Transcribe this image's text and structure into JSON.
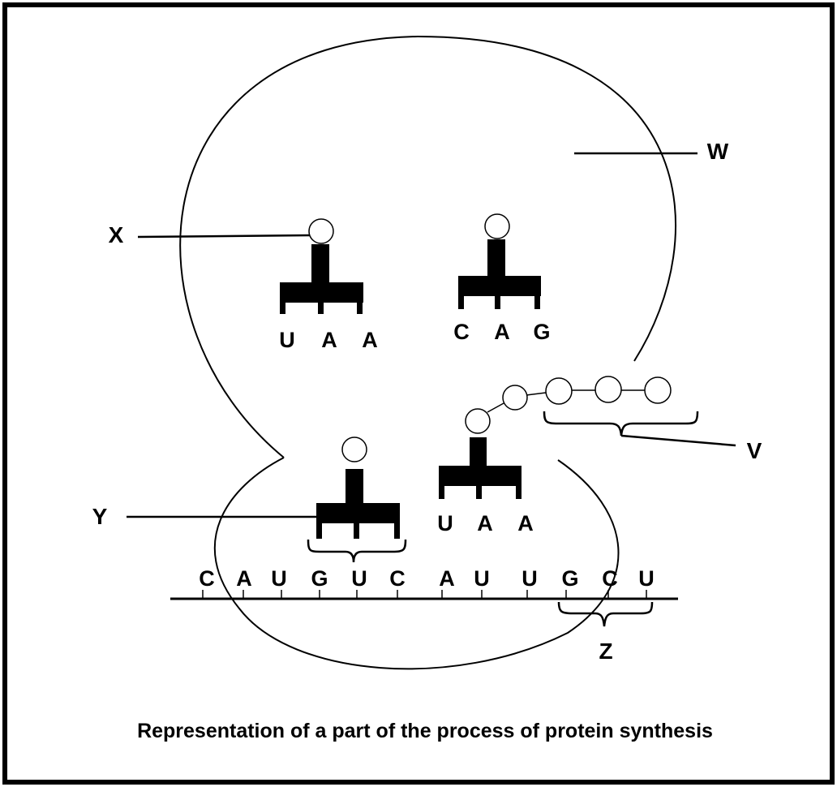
{
  "labels": {
    "w": "W",
    "x": "X",
    "y": "Y",
    "v": "V",
    "z": "Z"
  },
  "trna_upper_left": {
    "anticodon": [
      "U",
      "A",
      "A"
    ]
  },
  "trna_upper_right": {
    "anticodon": [
      "C",
      "A",
      "G"
    ]
  },
  "trna_lower_right": {
    "anticodon": [
      "U",
      "A",
      "A"
    ]
  },
  "mrna": {
    "bases": [
      "C",
      "A",
      "U",
      "G",
      "U",
      "C",
      "A",
      "U",
      "U",
      "G",
      "C",
      "U"
    ]
  },
  "caption": "Representation of a part of the process of protein synthesis"
}
